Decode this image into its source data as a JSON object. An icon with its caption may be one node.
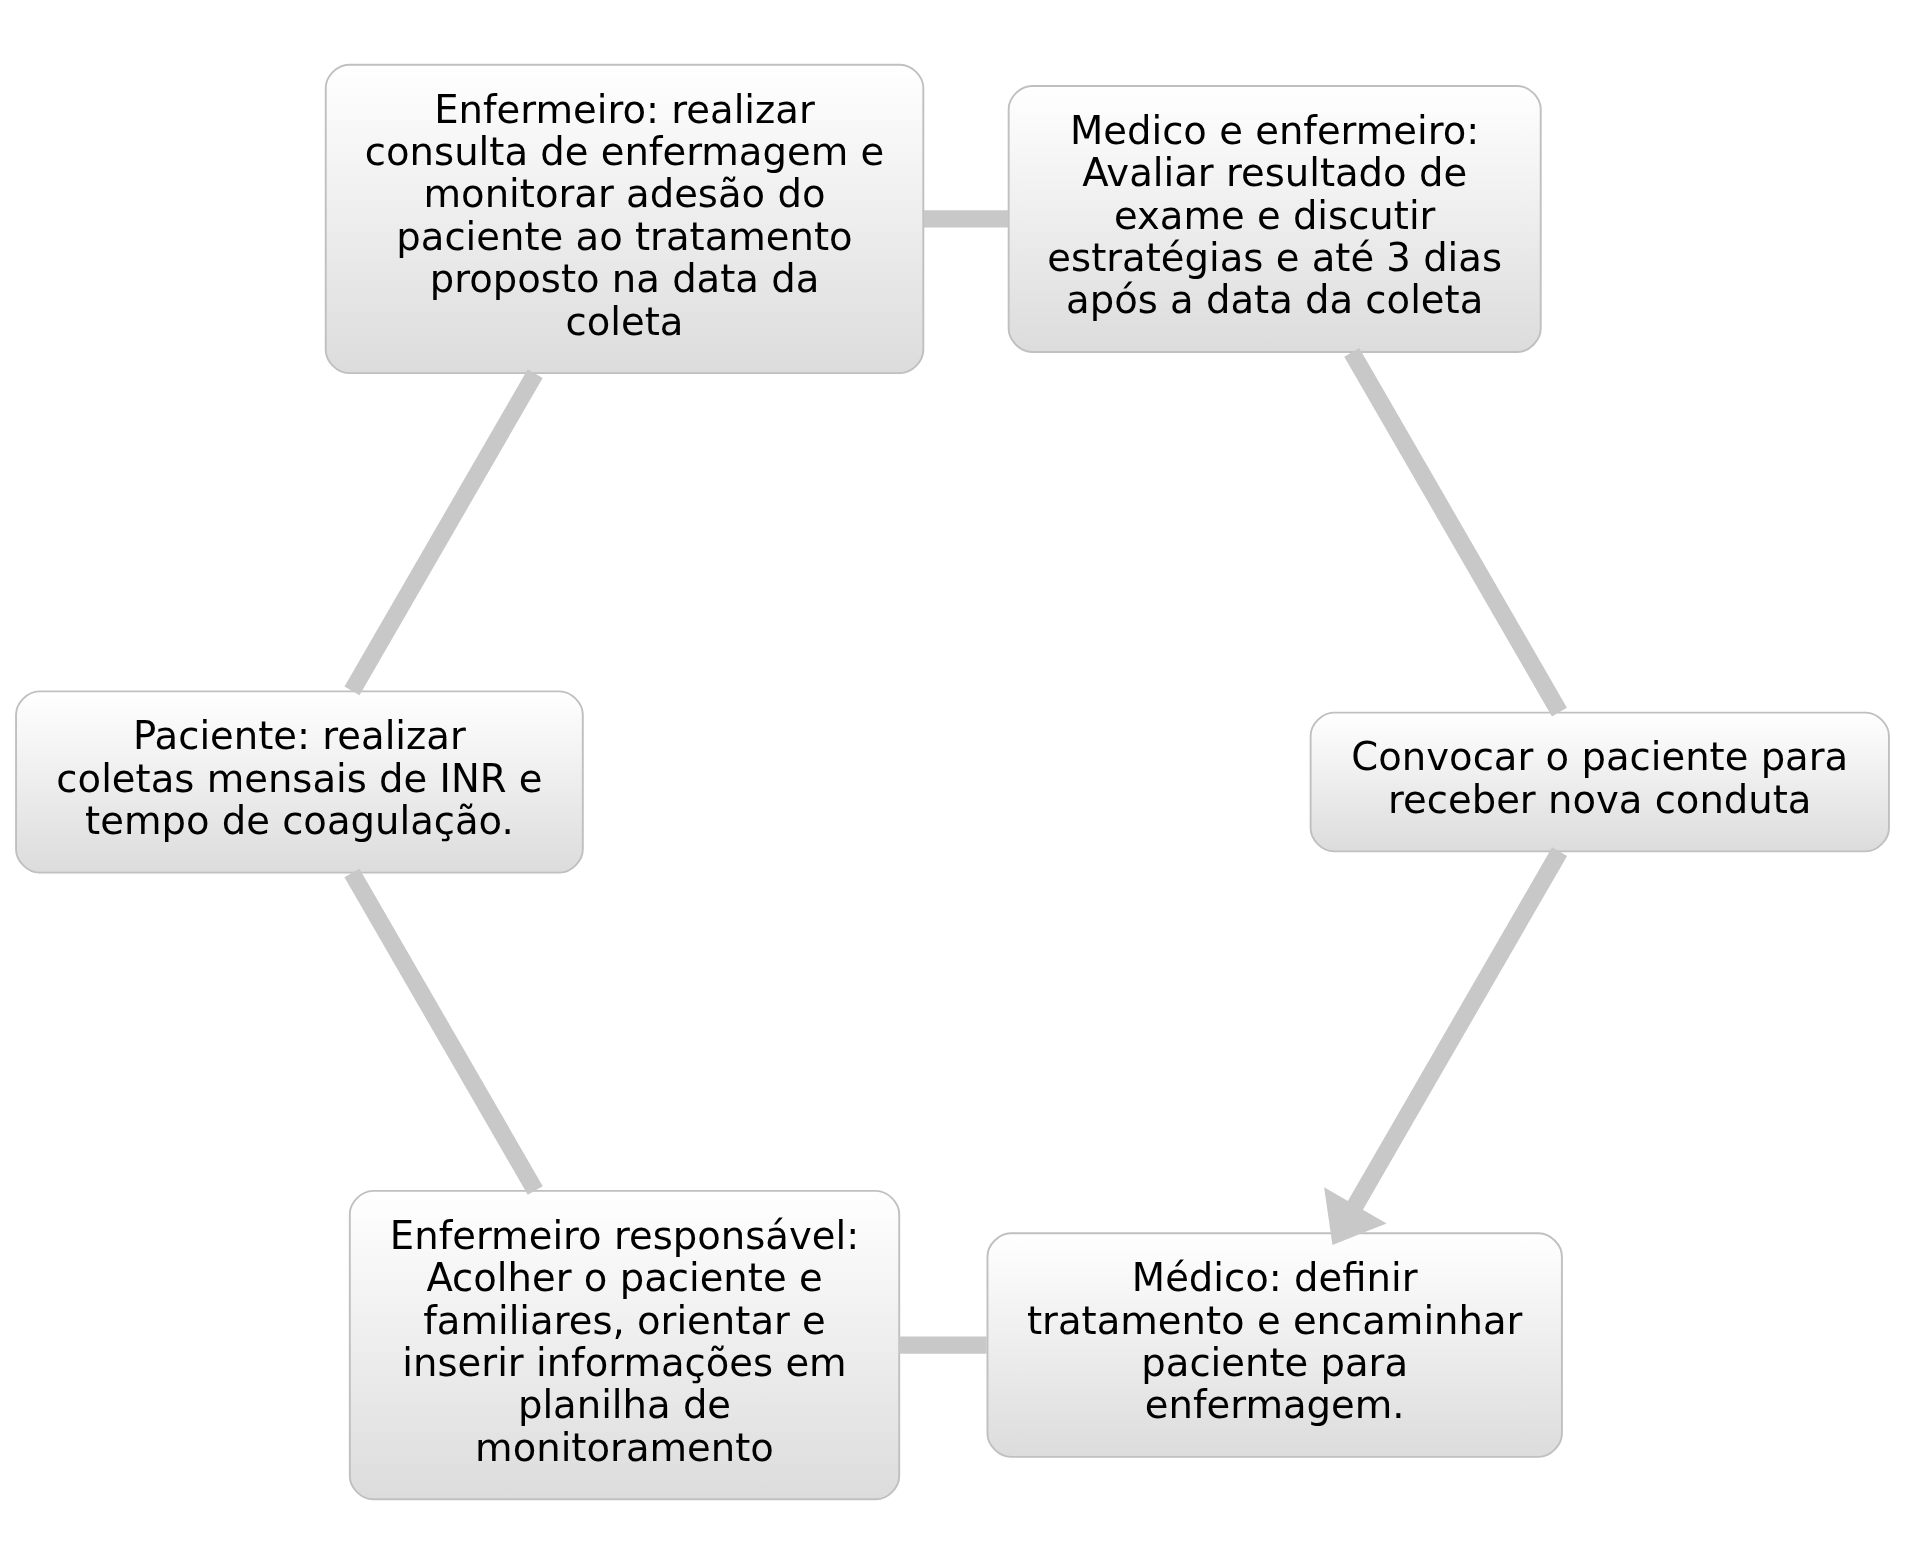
{
  "diagram": {
    "nodes": [
      {
        "text": [
          "Médico: definir tratamento e encaminhar paciente para enfermagem."
        ]
      },
      {
        "text": [
          "Enfermeiro responsável: Acolher o paciente e familiares, orientar e inserir informações em planilha de monitoramento"
        ]
      },
      {
        "text": [
          "Paciente: realizar coletas mensais de INR e tempo de coagulação."
        ]
      },
      {
        "text": [
          "Enfermeiro: realizar consulta de enfermagem e monitorar adesão do paciente ao tratamento proposto na data da coleta"
        ]
      },
      {
        "text": [
          "Medico e enfermeiro: Avaliar resultado de exame e discutir estratégias e até 3 dias após a data da coleta"
        ]
      },
      {
        "text": [
          "Convocar o paciente para receber nova conduta"
        ]
      }
    ],
    "edges": [
      {
        "from": 0,
        "to": 1,
        "arrow": "none"
      },
      {
        "from": 1,
        "to": 2,
        "arrow": "none"
      },
      {
        "from": 2,
        "to": 3,
        "arrow": "none"
      },
      {
        "from": 3,
        "to": 4,
        "arrow": "none"
      },
      {
        "from": 4,
        "to": 5,
        "arrow": "none"
      },
      {
        "from": 5,
        "to": 0,
        "arrow": "to"
      }
    ]
  }
}
